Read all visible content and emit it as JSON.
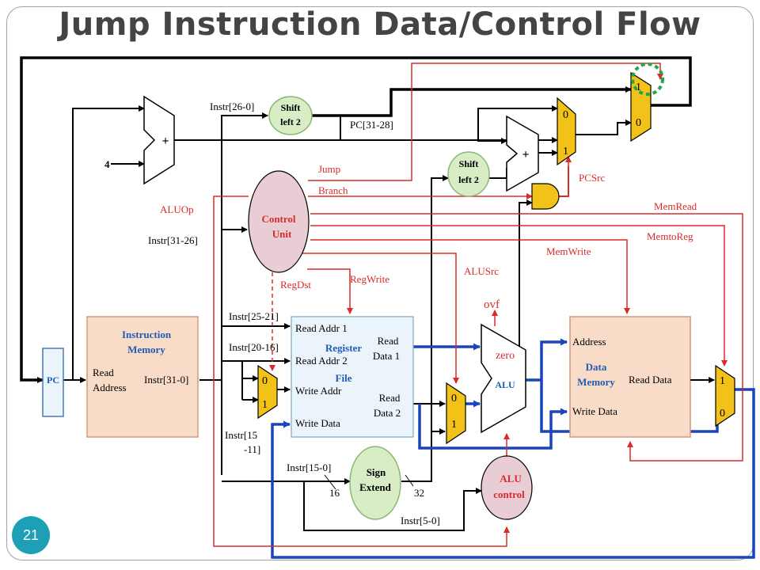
{
  "title": "Jump Instruction Data/Control Flow",
  "slide_number": "21",
  "colors": {
    "data_wire": "#000000",
    "control_wire": "#d92b2b",
    "highlight_wire": "#1a44b8",
    "block_fill": "#f9dcc8",
    "register_fill": "#eaf4fa",
    "mux_fill": "#f2c218",
    "oval_fill": "#d8ecc6",
    "control_fill": "#e8cdd4",
    "select_ring": "#22a84a"
  },
  "blocks": {
    "pc": "PC",
    "instr_mem": {
      "title1": "Instruction",
      "title2": "Memory",
      "port_read1": "Read",
      "port_read2": "Address",
      "port_out": "Instr[31-0]"
    },
    "register_file": {
      "title1": "Register",
      "title2": "File",
      "read_addr1": "Read Addr 1",
      "read_addr2": "Read Addr 2",
      "write_addr": "Write Addr",
      "write_data": "Write Data",
      "read_data1_a": "Read",
      "read_data1_b": "Data 1",
      "read_data2_a": "Read",
      "read_data2_b": "Data 2"
    },
    "data_mem": {
      "title1": "Data",
      "title2": "Memory",
      "address": "Address",
      "read_data": "Read Data",
      "write_data": "Write Data"
    },
    "control_unit": {
      "line1": "Control",
      "line2": "Unit"
    },
    "alu": {
      "label": "ALU",
      "zero": "zero",
      "ovf": "ovf"
    },
    "alu_control": {
      "line1": "ALU",
      "line2": "control"
    },
    "sign_extend": {
      "line1": "Sign",
      "line2": "Extend",
      "in_width": "16",
      "out_width": "32"
    },
    "shift_top": {
      "line1": "Shift",
      "line2": "left 2"
    },
    "shift_mid": {
      "line1": "Shift",
      "line2": "left 2"
    },
    "adder_pc": "+",
    "adder_branch": "+",
    "const_four": "4"
  },
  "mux_labels": {
    "zero": "0",
    "one": "1"
  },
  "signals": {
    "jump": "Jump",
    "branch": "Branch",
    "aluop": "ALUOp",
    "regdst": "RegDst",
    "regwrite": "RegWrite",
    "alusrc": "ALUSrc",
    "pcsrc": "PCSrc",
    "memread": "MemRead",
    "memtoreg": "MemtoReg",
    "memwrite": "MemWrite"
  },
  "fields": {
    "instr_26_0": "Instr[26-0]",
    "pc_31_28": "PC[31-28]",
    "instr_31_26": "Instr[31-26]",
    "instr_25_21": "Instr[25-21]",
    "instr_20_16": "Instr[20-16]",
    "instr_15_11_a": "Instr[15",
    "instr_15_11_b": "-11]",
    "instr_15_0": "Instr[15-0]",
    "instr_5_0": "Instr[5-0]"
  }
}
